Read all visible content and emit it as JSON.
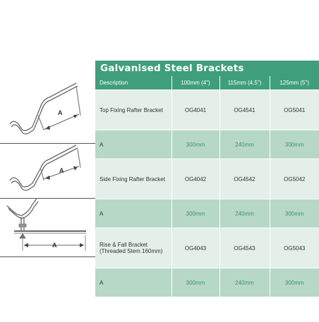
{
  "title": "Galvanised Steel Brackets",
  "headers": [
    "Description",
    "100mm (4\")",
    "115mm (4.5\")",
    "125mm (5\")"
  ],
  "rows": [
    {
      "description": "Top Fixing Rafter Bracket",
      "codes": [
        "OG4041",
        "OG4541",
        "OG5041"
      ],
      "a_label": "A",
      "a_values": [
        "300mm",
        "240mm",
        "300mm"
      ]
    },
    {
      "description": "Side Fixing Rafter Bracket",
      "codes": [
        "OG4042",
        "OG4542",
        "OG5042"
      ],
      "a_label": "A",
      "a_values": [
        "300mm",
        "240mm",
        "300mm"
      ]
    },
    {
      "description": "Rise & Fall Bracket (Threaded Stem 160mm)",
      "codes": [
        "OG4043",
        "OG4543",
        "OG5043"
      ],
      "a_label": "A",
      "a_values": [
        "300mm",
        "240mm",
        "300mm"
      ]
    }
  ],
  "diagram_labels": [
    "A",
    "A",
    "A"
  ],
  "colors": {
    "header": "#3f9f7a",
    "desc_row": "#e3efe8",
    "a_row": "#b7d8c6",
    "a_value_text": "#3a9470"
  }
}
